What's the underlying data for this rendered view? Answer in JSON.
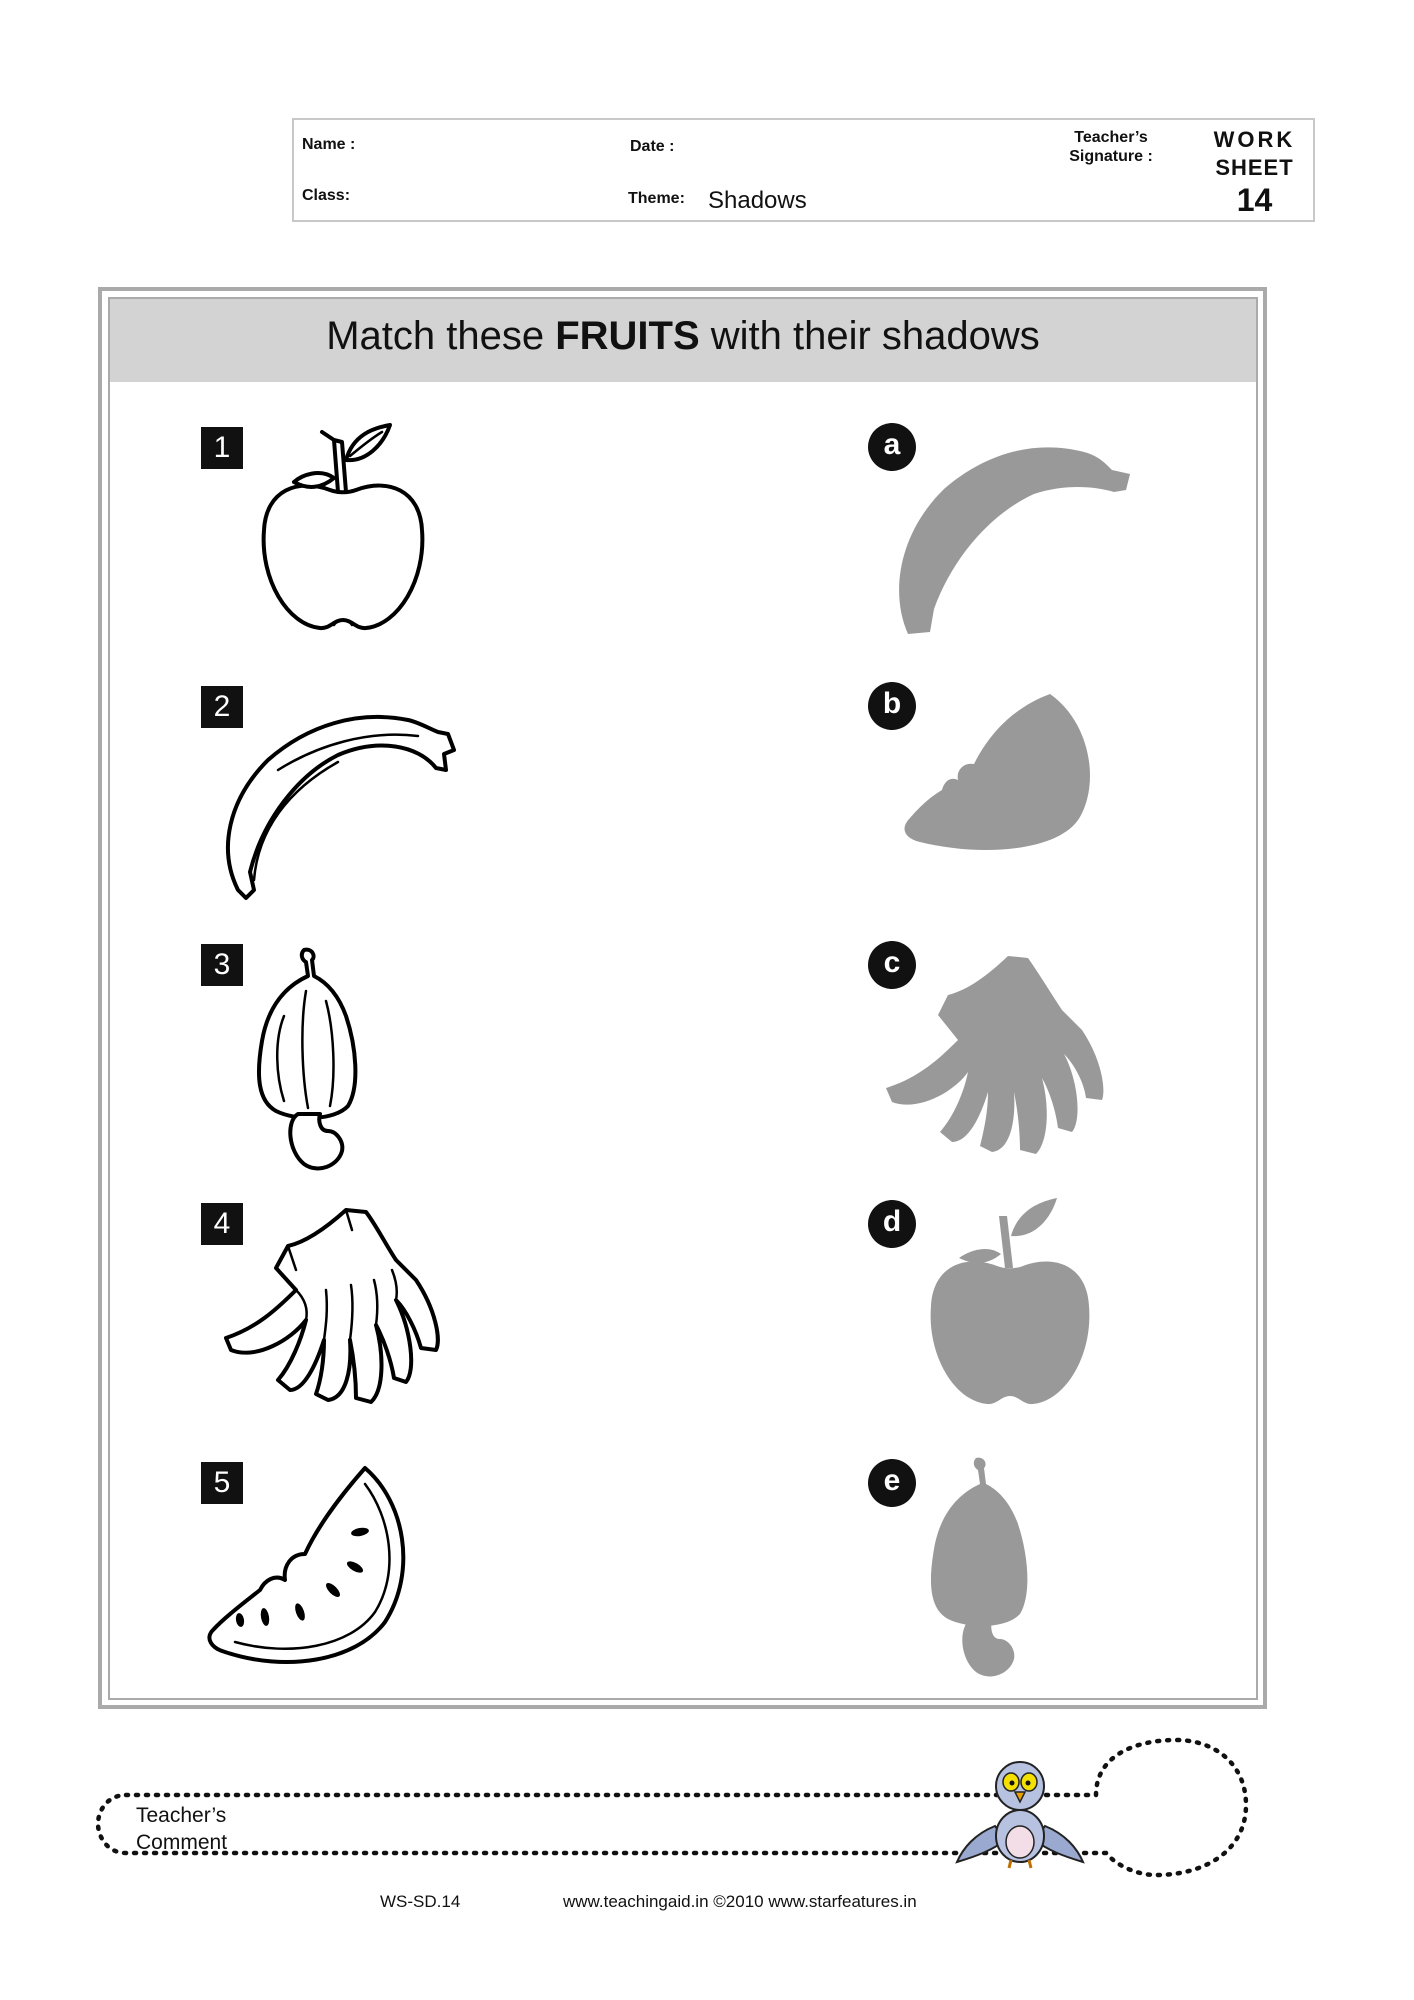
{
  "header": {
    "name_label": "Name :",
    "date_label": "Date :",
    "class_label": "Class:",
    "theme_label": "Theme:",
    "theme_value": "Shadows",
    "signature_label": "Teacher’s Signature :",
    "worksheet_line1": "WORK",
    "worksheet_line2": "SHEET",
    "worksheet_number": "14"
  },
  "title": {
    "prefix": "Match these ",
    "bold": "FRUITS",
    "suffix": " with their shadows"
  },
  "fruits": [
    {
      "number": "1",
      "icon": "apple-outline-icon"
    },
    {
      "number": "2",
      "icon": "banana-outline-icon"
    },
    {
      "number": "3",
      "icon": "cashew-outline-icon"
    },
    {
      "number": "4",
      "icon": "banana-bunch-outline-icon"
    },
    {
      "number": "5",
      "icon": "watermelon-slice-outline-icon"
    }
  ],
  "shadows": [
    {
      "letter": "a",
      "icon": "banana-shadow-icon"
    },
    {
      "letter": "b",
      "icon": "watermelon-slice-shadow-icon"
    },
    {
      "letter": "c",
      "icon": "banana-bunch-shadow-icon"
    },
    {
      "letter": "d",
      "icon": "apple-shadow-icon"
    },
    {
      "letter": "e",
      "icon": "cashew-shadow-icon"
    }
  ],
  "footer": {
    "comment_line1": "Teacher’s",
    "comment_line2": "Comment",
    "code": "WS-SD.14",
    "credits": "www.teachingaid.in ©2010 www.starfeatures.in"
  },
  "colors": {
    "shadow": "#999999",
    "title_band": "#d3d3d3",
    "border": "#aaaaaa"
  }
}
